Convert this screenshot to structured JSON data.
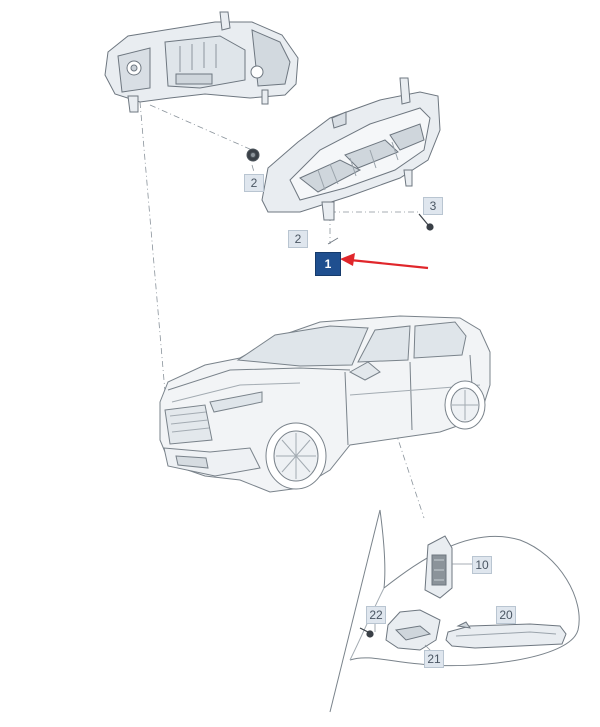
{
  "callouts": [
    {
      "id": "c2a",
      "label": "2"
    },
    {
      "id": "c3",
      "label": "3"
    },
    {
      "id": "c2b",
      "label": "2"
    },
    {
      "id": "c1",
      "label": "1",
      "selected": true
    },
    {
      "id": "c10",
      "label": "10"
    },
    {
      "id": "c22",
      "label": "22"
    },
    {
      "id": "c20",
      "label": "20"
    },
    {
      "id": "c21",
      "label": "21"
    }
  ],
  "colors": {
    "line": "#6e7780",
    "part_fill": "#e9edf1",
    "part_shade": "#c9d0d7",
    "highlight_callout": "#1f4f8f",
    "arrow": "#e0262b"
  }
}
